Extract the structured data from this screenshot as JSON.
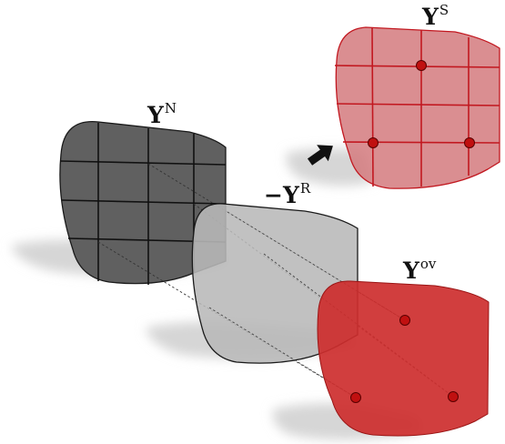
{
  "labels": {
    "yn": {
      "base": "Y",
      "sup": "N"
    },
    "yr": {
      "sign": "−",
      "base": "Y",
      "sup": "R"
    },
    "ys": {
      "base": "Y",
      "sup": "S"
    },
    "yov": {
      "base": "Y",
      "sup": "ov"
    }
  },
  "colors": {
    "yn_fill": "#606060",
    "yr_fill": "#b8b8b8",
    "ys_fill": "#d47a7e",
    "ys_line": "#c21820",
    "yov_fill": "#cd2e2e",
    "dot": "#c01010",
    "shadow": "#d9d9d9"
  }
}
